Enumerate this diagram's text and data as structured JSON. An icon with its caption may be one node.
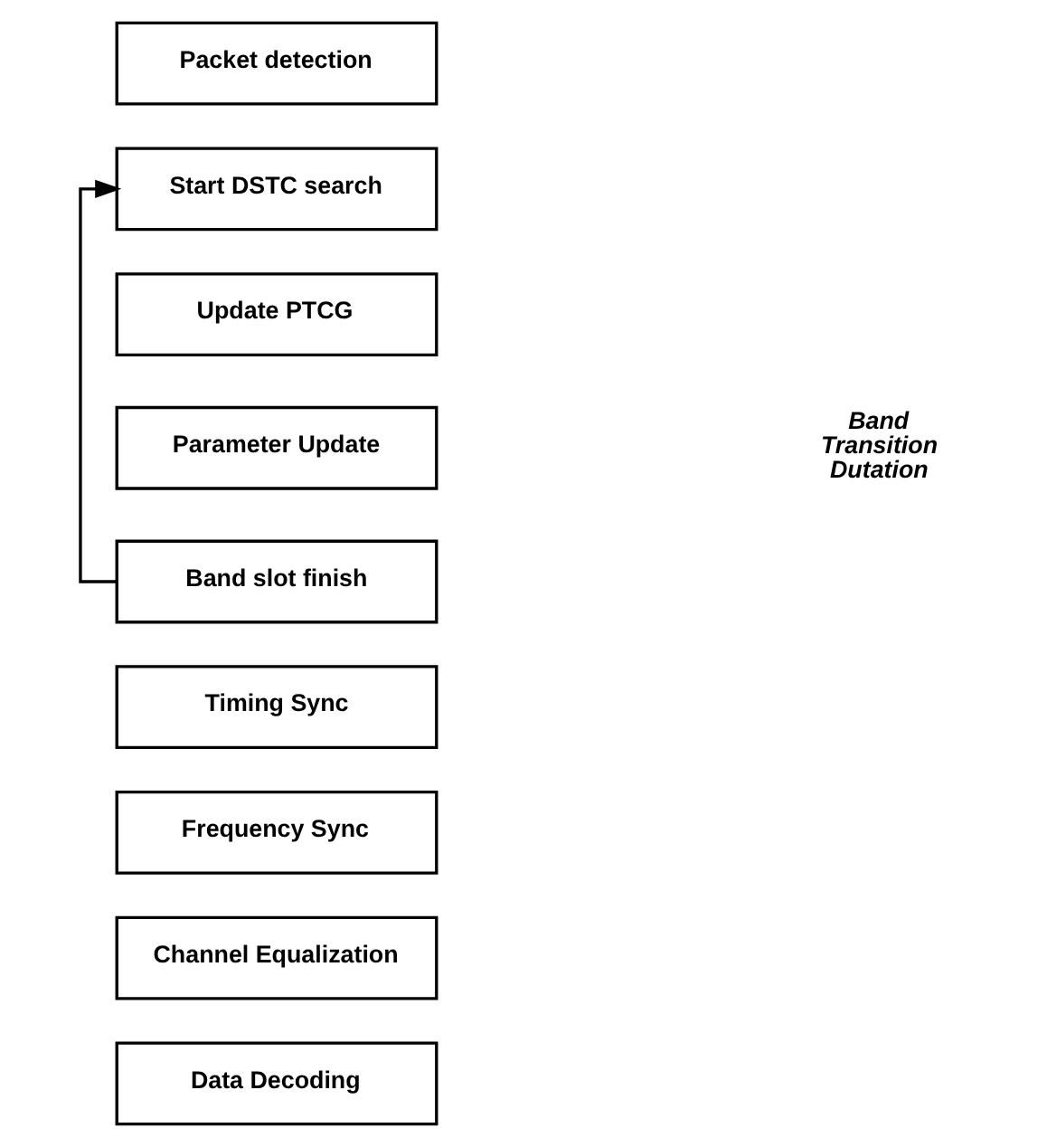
{
  "diagram": {
    "nodes": [
      {
        "text": [
          "Packet detection"
        ]
      },
      {
        "text": [
          "Start DSTC search"
        ]
      },
      {
        "text": [
          "Update PTCG"
        ]
      },
      {
        "text": [
          "Parameter Update"
        ]
      },
      {
        "text": [
          "Band slot finish"
        ]
      },
      {
        "text": [
          "Timing Sync"
        ]
      },
      {
        "text": [
          "Frequency Sync"
        ]
      },
      {
        "text": [
          "Channel Equalization"
        ]
      },
      {
        "text": [
          "Data Decoding"
        ]
      }
    ],
    "edges": [
      {
        "from": 4,
        "to": 1,
        "arrow": "to"
      }
    ],
    "labels": [
      "Band Transition Dutation"
    ]
  }
}
